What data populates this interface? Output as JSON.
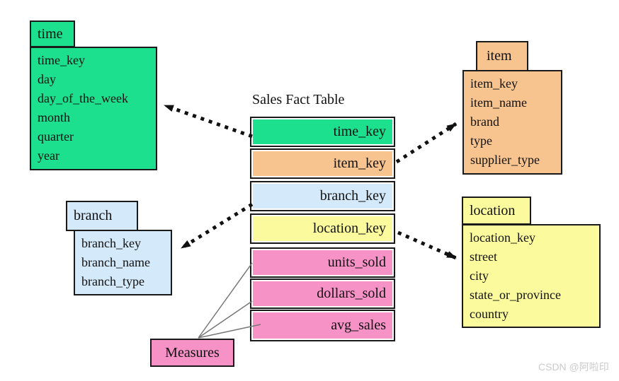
{
  "fact": {
    "title": "Sales Fact Table",
    "rows": [
      {
        "label": "time_key",
        "color": "#1de08e"
      },
      {
        "label": "item_key",
        "color": "#f7c48f"
      },
      {
        "label": "branch_key",
        "color": "#d4e9f9"
      },
      {
        "label": "location_key",
        "color": "#fbfa9d"
      },
      {
        "label": "units_sold",
        "color": "#f792c7"
      },
      {
        "label": "dollars_sold",
        "color": "#f792c7"
      },
      {
        "label": "avg_sales",
        "color": "#f792c7"
      }
    ]
  },
  "dims": {
    "time": {
      "name": "time",
      "color": "#1de08e",
      "fields": [
        "time_key",
        "day",
        "day_of_the_week",
        "month",
        "quarter",
        "year"
      ]
    },
    "item": {
      "name": "item",
      "color": "#f7c48f",
      "fields": [
        "item_key",
        "item_name",
        "brand",
        "type",
        "supplier_type"
      ]
    },
    "branch": {
      "name": "branch",
      "color": "#d4e9f9",
      "fields": [
        "branch_key",
        "branch_name",
        "branch_type"
      ]
    },
    "location": {
      "name": "location",
      "color": "#fbfa9d",
      "fields": [
        "location_key",
        "street",
        "city",
        "state_or_province",
        "country"
      ]
    }
  },
  "measures": {
    "label": "Measures"
  },
  "arrow_color": "#111111",
  "measure_line_color": "#777777",
  "watermark": {
    "text": "CSDN @阿啦印"
  }
}
